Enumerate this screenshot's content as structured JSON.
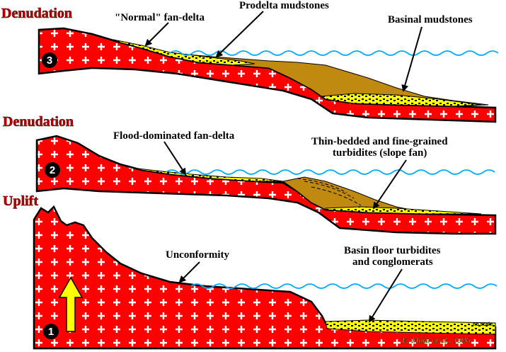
{
  "stages": [
    {
      "number": "3",
      "title": "Denudation"
    },
    {
      "number": "2",
      "title": "Denudation"
    },
    {
      "number": "1",
      "title": "Uplift"
    }
  ],
  "labels": {
    "normal_fan_delta": "\"Normal\" fan-delta",
    "prodelta_mudstones": "Prodelta mudstones",
    "basinal_mudstones": "Basinal mudstones",
    "flood_fan_delta": "Flood-dominated fan-delta",
    "thin_bedded_line1": "Thin-bedded and fine-grained",
    "thin_bedded_line2": "turbidites (slope fan)",
    "unconformity": "Unconformity",
    "basin_floor_line1": "Basin floor turbidites",
    "basin_floor_line2": "and conglomerats"
  },
  "no_scale": "no scale",
  "credit": "E. Mutti et al., 1996",
  "colors": {
    "basement": "#ff0000",
    "cross": "#ffffff",
    "sea": "#00aaff",
    "mud": "#c08a10",
    "sand": "#ffff00",
    "stage_title": "#b00000",
    "arrow": "#ffff00"
  }
}
